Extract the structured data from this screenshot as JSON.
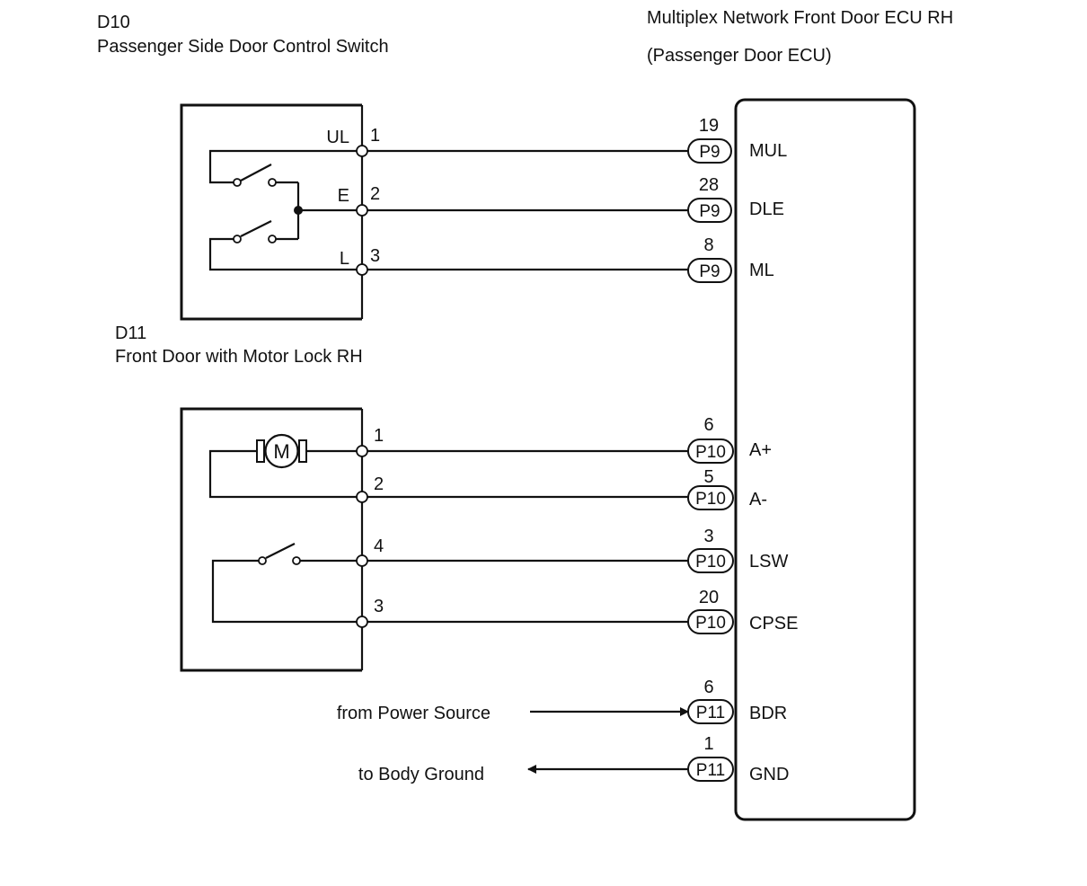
{
  "switch_component": {
    "code": "D10",
    "name": "Passenger Side Door Control Switch",
    "terminals": [
      {
        "label": "UL",
        "pin": "1"
      },
      {
        "label": "E",
        "pin": "2"
      },
      {
        "label": "L",
        "pin": "3"
      }
    ]
  },
  "lock_component": {
    "code": "D11",
    "name": "Front Door with Motor Lock RH",
    "motor_symbol": "M",
    "terminals": [
      {
        "pin": "1"
      },
      {
        "pin": "2"
      },
      {
        "pin": "4"
      },
      {
        "pin": "3"
      }
    ]
  },
  "ecu": {
    "name": "Multiplex Network Front Door ECU RH",
    "subtitle": "(Passenger Door ECU)",
    "pins": [
      {
        "num": "19",
        "connector": "P9",
        "signal": "MUL"
      },
      {
        "num": "28",
        "connector": "P9",
        "signal": "DLE"
      },
      {
        "num": "8",
        "connector": "P9",
        "signal": "ML"
      },
      {
        "num": "6",
        "connector": "P10",
        "signal": "A+"
      },
      {
        "num": "5",
        "connector": "P10",
        "signal": "A-"
      },
      {
        "num": "3",
        "connector": "P10",
        "signal": "LSW"
      },
      {
        "num": "20",
        "connector": "P10",
        "signal": "CPSE"
      },
      {
        "num": "6",
        "connector": "P11",
        "signal": "BDR"
      },
      {
        "num": "1",
        "connector": "P11",
        "signal": "GND"
      }
    ]
  },
  "external": {
    "power_source": "from Power Source",
    "body_ground": "to Body Ground"
  }
}
